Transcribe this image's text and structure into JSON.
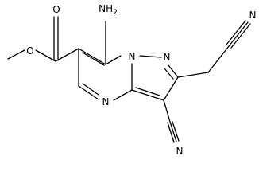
{
  "molecule": {
    "atoms": {
      "o_methoxy": "O",
      "o_carbonyl": "O",
      "amine": "NH2",
      "n_ring_bridge": "N",
      "n_pyrazole": "N",
      "n_pyrimidine": "N",
      "n_nitrile_top": "N",
      "n_nitrile_bottom": "N"
    }
  }
}
